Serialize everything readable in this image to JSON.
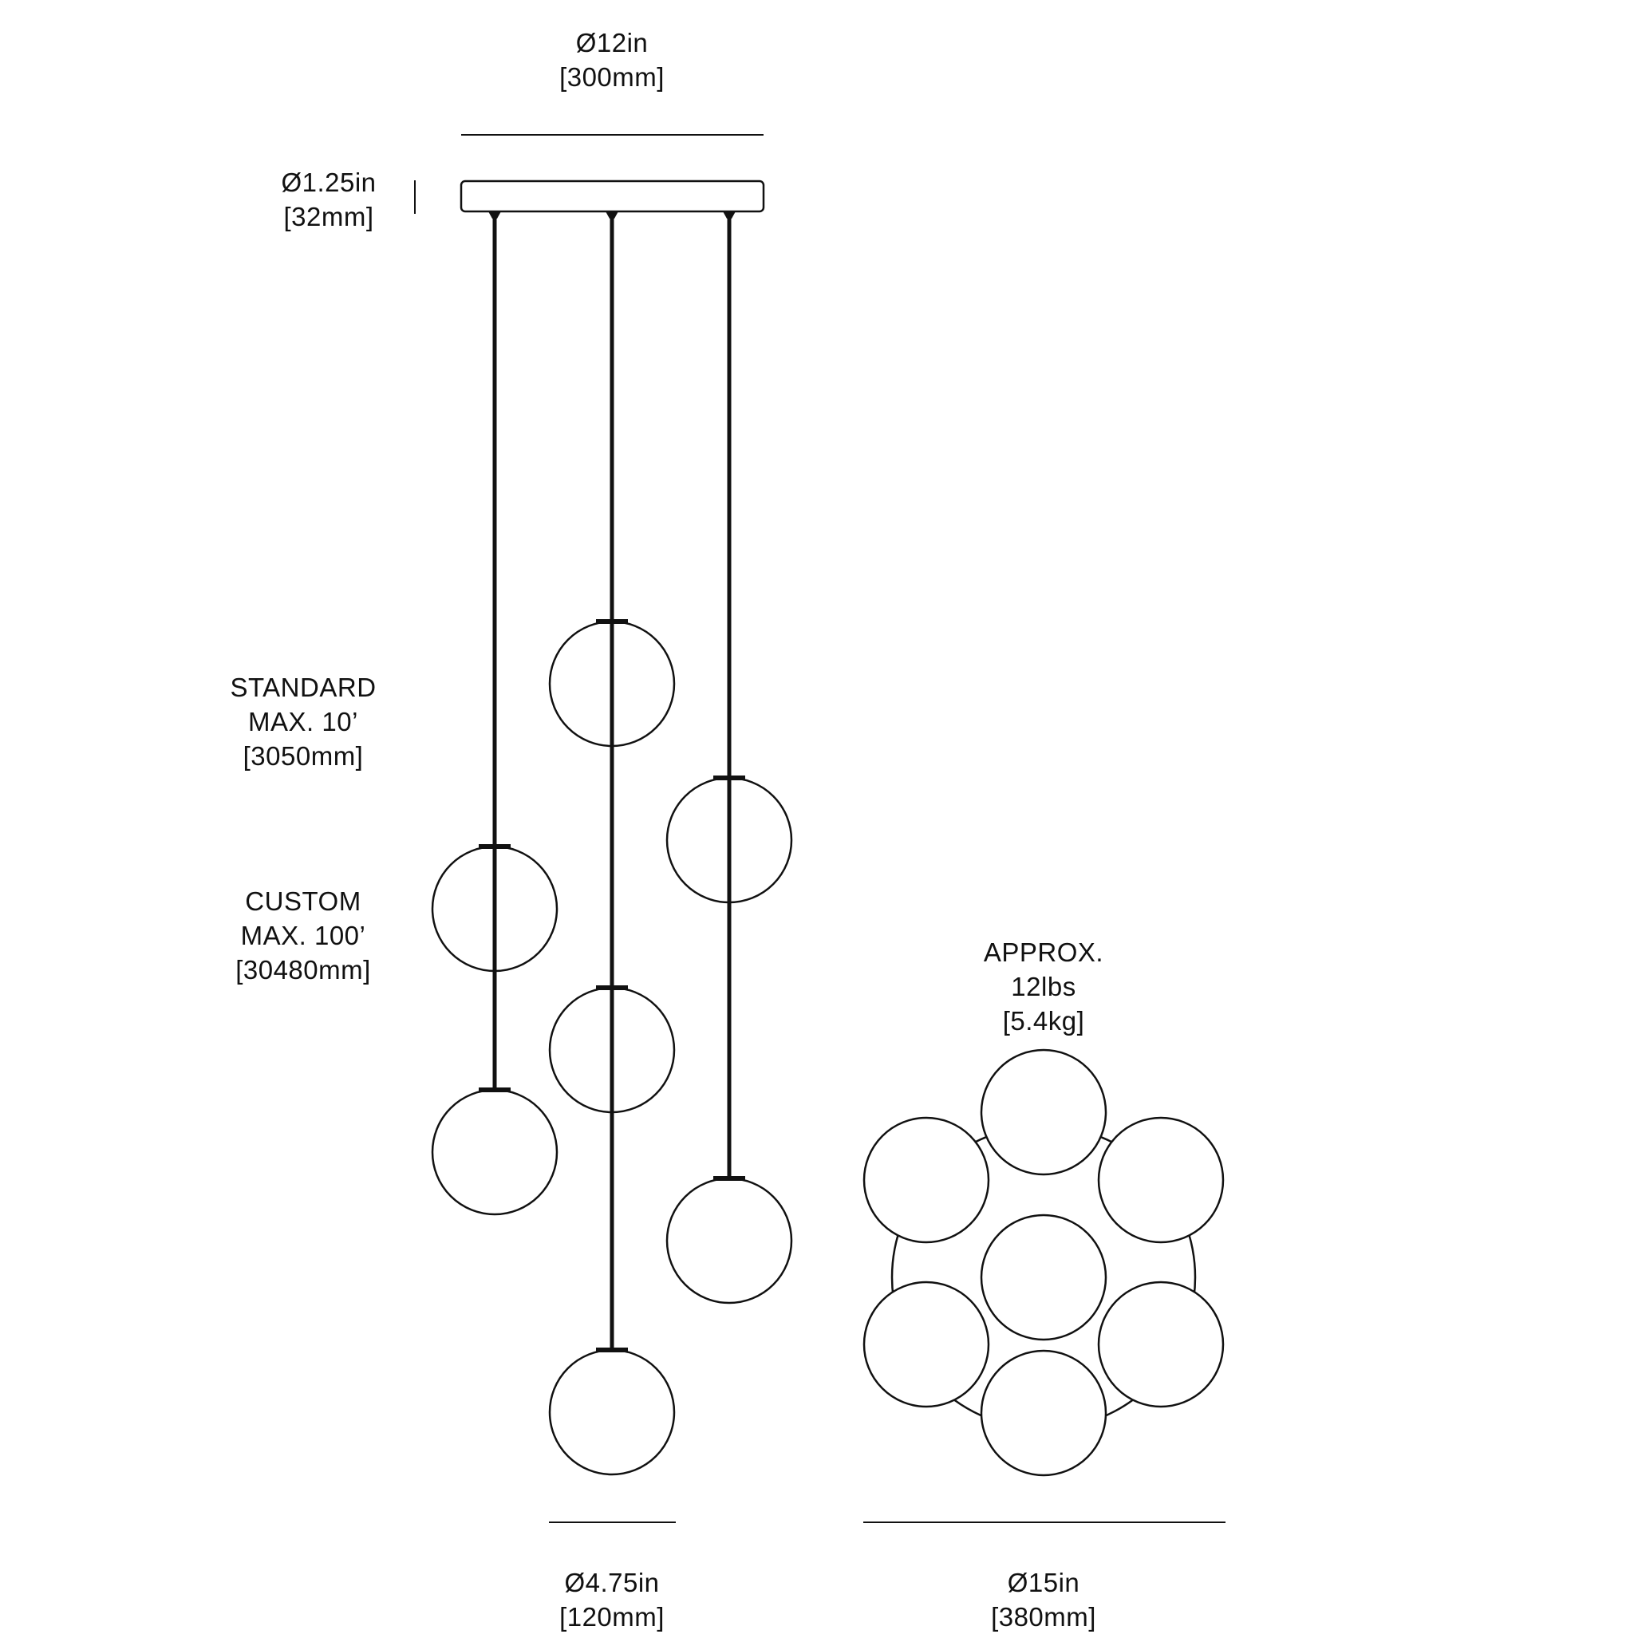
{
  "canopy_diameter": {
    "imperial": "Ø12in",
    "metric": "[300mm]"
  },
  "canopy_height": {
    "imperial": "Ø1.25in",
    "metric": "[32mm]"
  },
  "standard_cord": {
    "line1": "STANDARD",
    "line2": "MAX. 10’",
    "metric": "[3050mm]"
  },
  "custom_cord": {
    "line1": "CUSTOM",
    "line2": "MAX. 100’",
    "metric": "[30480mm]"
  },
  "weight": {
    "line1": "APPROX.",
    "line2": "12lbs",
    "metric": "[5.4kg]"
  },
  "globe_diameter": {
    "imperial": "Ø4.75in",
    "metric": "[120mm]"
  },
  "cluster_diameter": {
    "imperial": "Ø15in",
    "metric": "[380mm]"
  },
  "colors": {
    "line": "#111111",
    "background": "#ffffff"
  },
  "counts": {
    "pendants": 7,
    "cords": 3
  }
}
